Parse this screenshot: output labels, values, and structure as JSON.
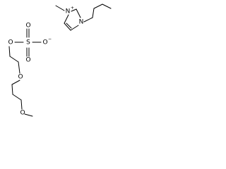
{
  "molecule": {
    "cation": {
      "atoms": {
        "n_methyl": "N",
        "n_plus": "N",
        "n_plus_charge": "+"
      }
    },
    "anion": {
      "atoms": {
        "o_ester": "O",
        "s": "S",
        "o_up": "O",
        "o_down": "O",
        "o_minus": "O",
        "o_minus_charge": "−",
        "o_ether1": "O",
        "o_ether2": "O"
      }
    }
  }
}
